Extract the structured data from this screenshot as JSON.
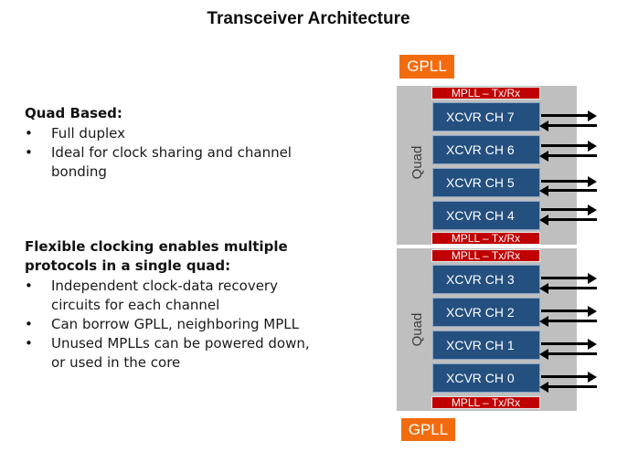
{
  "title": "Transceiver Architecture",
  "bullet_char": "•",
  "left": {
    "block1": {
      "heading": "Quad Based:",
      "bullets": [
        {
          "lines": [
            "Full duplex"
          ]
        },
        {
          "lines": [
            "Ideal for clock sharing and channel",
            "bonding"
          ]
        }
      ]
    },
    "block2": {
      "heading_lines": [
        "Flexible clocking enables multiple",
        "protocols in a single quad:"
      ],
      "bullets": [
        {
          "lines": [
            "Independent clock-data recovery",
            "circuits for each channel"
          ]
        },
        {
          "lines": [
            "Can borrow GPLL, neighboring MPLL"
          ]
        },
        {
          "lines": [
            "Unused MPLLs can be powered down,",
            "or used in the core"
          ]
        }
      ]
    }
  },
  "diagram": {
    "gpll_top": "GPLL",
    "gpll_bottom": "GPLL",
    "quads": [
      {
        "label": "Quad",
        "mpll_top": "MPLL – Tx/Rx",
        "mpll_bottom": "MPLL – Tx/Rx",
        "channels": [
          "XCVR CH 7",
          "XCVR CH 6",
          "XCVR CH 5",
          "XCVR CH 4"
        ]
      },
      {
        "label": "Quad",
        "mpll_top": "MPLL – Tx/Rx",
        "mpll_bottom": "MPLL – Tx/Rx",
        "channels": [
          "XCVR CH 3",
          "XCVR CH 2",
          "XCVR CH 1",
          "XCVR CH 0"
        ]
      }
    ]
  },
  "colors": {
    "orange": "#F26C0F",
    "red": "#C00000",
    "blue": "#24507F",
    "gray": "#BFBFBF"
  }
}
